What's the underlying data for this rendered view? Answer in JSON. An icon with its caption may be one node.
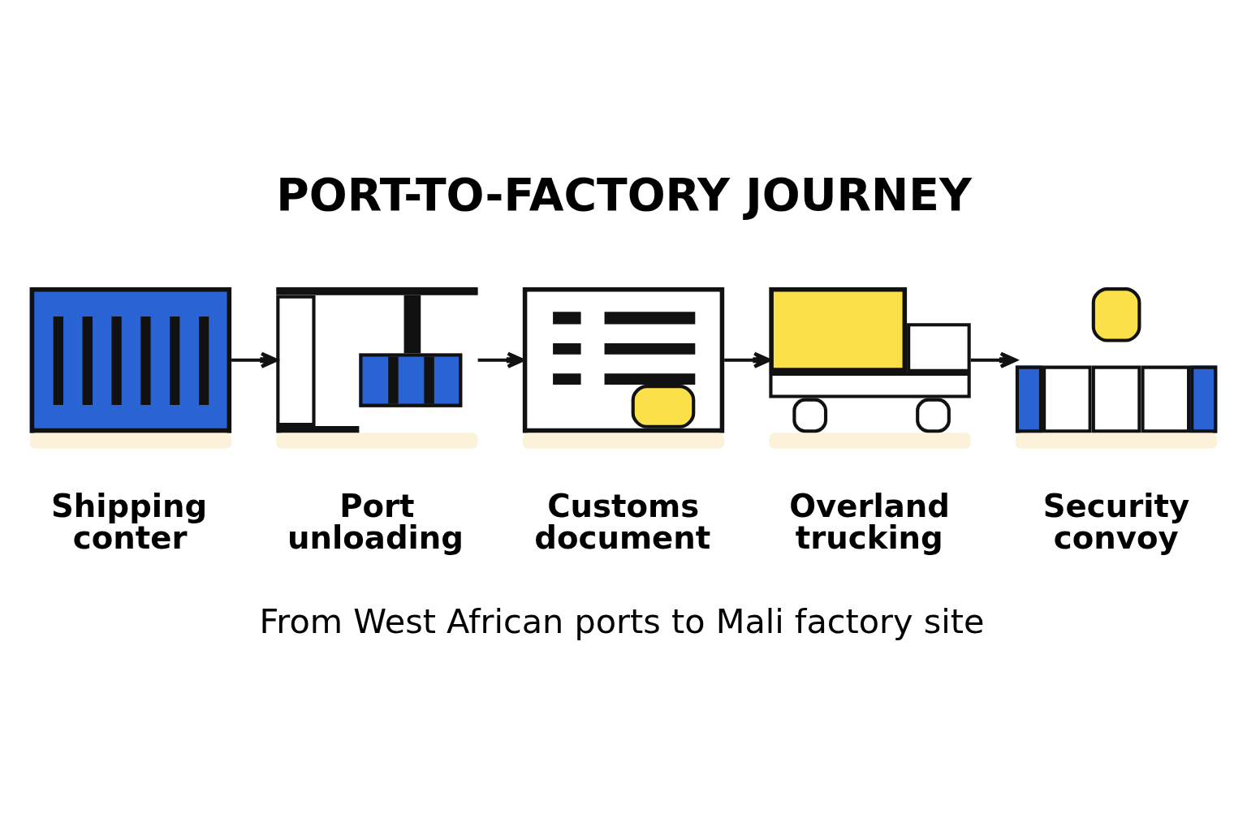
{
  "diagram": {
    "title": "PORT-TO-FACTORY JOURNEY",
    "caption": "From West African ports to Mali factory site",
    "nodes": [
      {
        "text": [],
        "shape": "picture",
        "beside": [
          "Shipping conter"
        ]
      },
      {
        "text": [],
        "shape": "picture",
        "beside": [
          "Port unloading"
        ]
      },
      {
        "text": [],
        "shape": "picture",
        "beside": [
          "Customs document"
        ]
      },
      {
        "text": [],
        "shape": "picture",
        "beside": [
          "Overland trucking"
        ]
      },
      {
        "text": [],
        "shape": "picture",
        "beside": [
          "Security convoy"
        ]
      }
    ],
    "edges": [
      {
        "from": 0,
        "to": 1,
        "arrow": "to"
      },
      {
        "from": 1,
        "to": 2,
        "arrow": "to"
      },
      {
        "from": 2,
        "to": 3,
        "arrow": "to"
      },
      {
        "from": 3,
        "to": 4,
        "arrow": "to"
      }
    ]
  }
}
